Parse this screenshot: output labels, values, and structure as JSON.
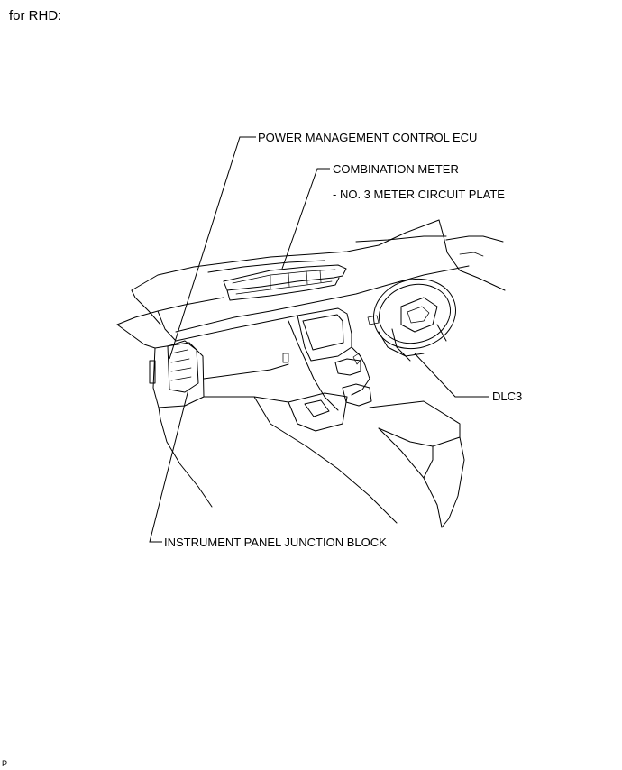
{
  "heading": "for RHD:",
  "corner_code": "P",
  "callouts": {
    "power_management_ecu": "POWER MANAGEMENT CONTROL ECU",
    "combination_meter": "COMBINATION METER",
    "meter_circuit_plate": "- NO. 3 METER CIRCUIT PLATE",
    "dlc3": "DLC3",
    "junction_block": "INSTRUMENT PANEL JUNCTION BLOCK"
  }
}
